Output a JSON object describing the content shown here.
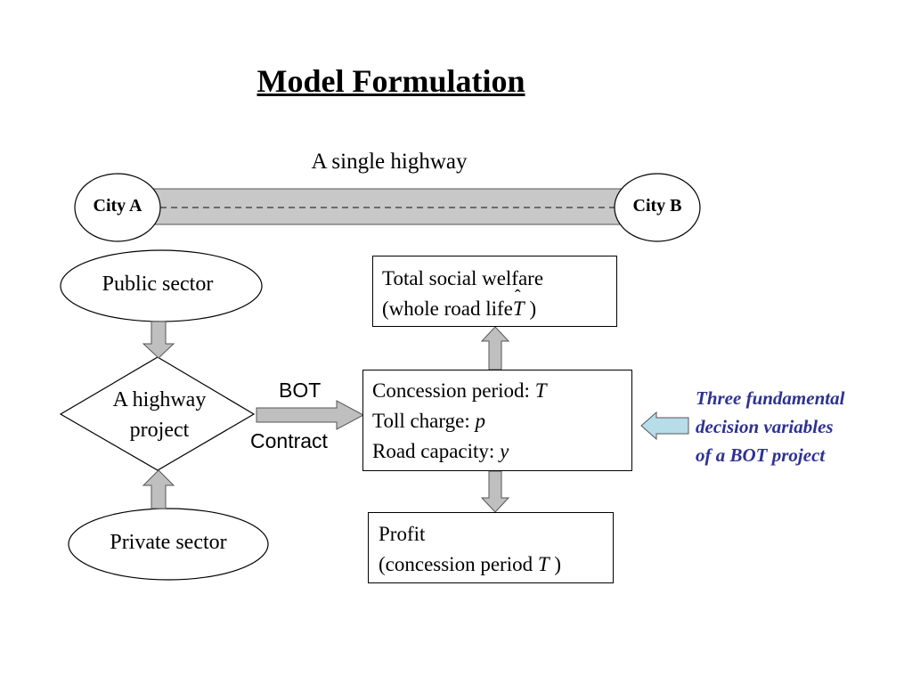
{
  "title": "Model Formulation",
  "highway": {
    "label": "A single highway",
    "city_a": "City A",
    "city_b": "City B"
  },
  "public_sector": "Public sector",
  "private_sector": "Private sector",
  "project": {
    "line1": "A highway",
    "line2": "project"
  },
  "contract": {
    "top": "BOT",
    "bottom": "Contract"
  },
  "variables_box": {
    "line1_text": "Concession period: ",
    "line1_var": "T",
    "line2_text": "Toll charge: ",
    "line2_var": "p",
    "line3_text": "Road capacity: ",
    "line3_var": "y"
  },
  "welfare_box": {
    "line1": "Total social welfare",
    "line2_text": "(whole road life",
    "line2_var": "T",
    "line2_hat": "ˆ",
    "line2_close": " )"
  },
  "profit_box": {
    "line1": "Profit",
    "line2_text": "(concession period ",
    "line2_var": "T",
    "line2_close": " )"
  },
  "note": {
    "line1": "Three fundamental",
    "line2": "decision variables",
    "line3": "of a BOT project"
  },
  "colors": {
    "road_fill": "#c8c8c8",
    "arrow_fill": "#bfbfbf",
    "note_arrow_fill": "#b7dde8",
    "note_text": "#2e3192"
  }
}
